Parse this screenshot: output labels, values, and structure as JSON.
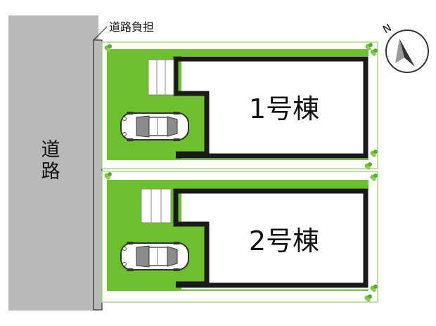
{
  "road": {
    "chars": [
      "道",
      "路"
    ]
  },
  "road_burden_label": "道路負担",
  "lots": [
    {
      "building_label": "1号棟"
    },
    {
      "building_label": "2号棟"
    }
  ],
  "compass": {
    "north_label": "N"
  },
  "colors": {
    "road": "#b9b9b9",
    "lawn": "#6cc02e",
    "lot_border": "#aad68c",
    "wall": "#1a1a1a",
    "building_fill": "#ffffff",
    "shrub": "#7dc247"
  },
  "icons": [
    "car-icon",
    "stairs-icon",
    "compass-icon",
    "shrub-icon"
  ]
}
